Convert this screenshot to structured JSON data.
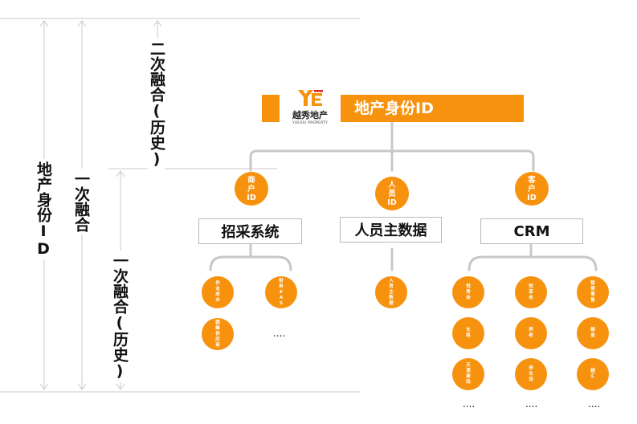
{
  "labels": {
    "outer": "地产身份ID",
    "first_left": "一次融合",
    "second": "二次融合(历史)",
    "first_right": "一次融合(历史)"
  },
  "header": {
    "title": "地产身份ID",
    "logo_mark": "YE",
    "logo_name": "越秀地产",
    "logo_sub": "YUEXIU PROPERTY"
  },
  "id_circles": [
    "商\n户\nID",
    "人\n员\nID",
    "客\n户\nID"
  ],
  "systems": [
    "招采系统",
    "人员主数据",
    "CRM"
  ],
  "sub_nodes": {
    "zhaocai": [
      "作\n业\n成\n本",
      "财\n务\nE\nA\nS",
      "圆\n蜂\n供\n应\n商"
    ],
    "renyuan": [
      "人\n员\n主\n数\n据"
    ],
    "crm": [
      "悦\n秀\n会",
      "悦\n享\n会",
      "智\n慧\n零\n售",
      "长\n租",
      "养\n老",
      "銀\n金",
      "天\n源\n康\n码",
      "停\n车\n场",
      "越\n汇"
    ]
  },
  "ellipsis": {
    "zhaocai": "....",
    "crm": "...."
  },
  "colors": {
    "accent": "#f7920f",
    "line": "#c8c8c8"
  }
}
